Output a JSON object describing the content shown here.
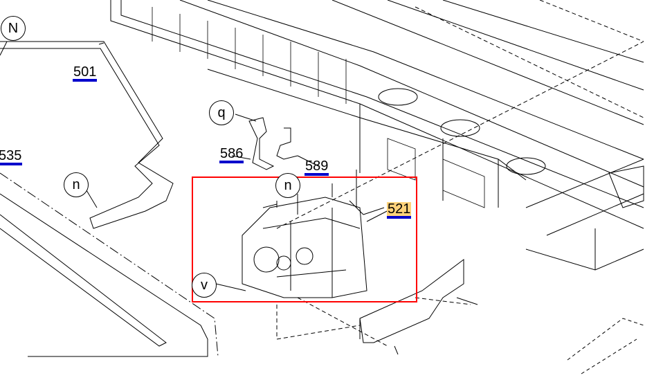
{
  "diagram": {
    "part_labels": [
      {
        "id": "501",
        "highlighted": false
      },
      {
        "id": "535",
        "highlighted": false
      },
      {
        "id": "586",
        "highlighted": false
      },
      {
        "id": "589",
        "highlighted": false
      },
      {
        "id": "521",
        "highlighted": true
      }
    ],
    "callouts": [
      "N",
      "q",
      "n",
      "n",
      "v"
    ],
    "colors": {
      "label_underline": "#0000cc",
      "highlight": "#ffd27a",
      "selection_box": "#ff0000"
    }
  }
}
